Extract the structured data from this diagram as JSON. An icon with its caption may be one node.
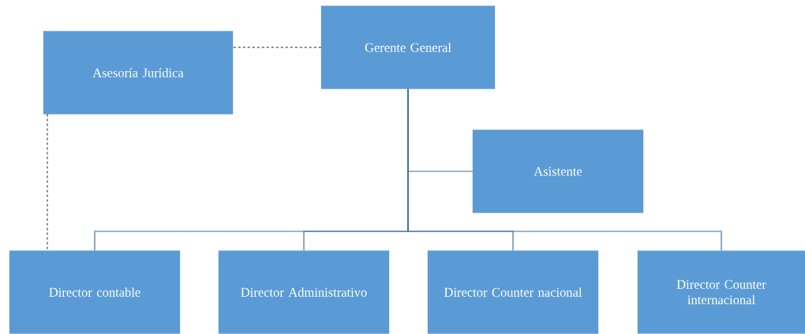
{
  "diagram": {
    "nodes": [
      {
        "text": [
          "Gerente General"
        ]
      },
      {
        "text": [
          "Asesoría Jurídica"
        ]
      },
      {
        "text": [
          "Asistente"
        ]
      },
      {
        "text": [
          "Director contable"
        ]
      },
      {
        "text": [
          "Director Administrativo"
        ]
      },
      {
        "text": [
          "Director Counter nacional"
        ]
      },
      {
        "text": [
          "Director Counter internacional"
        ]
      }
    ],
    "edges": [
      {
        "from": 0,
        "to": 1,
        "arrow": "none",
        "style": "dashed",
        "color": "#000000"
      },
      {
        "from": 1,
        "to": 3,
        "arrow": "none",
        "style": "dashed",
        "color": "#000000"
      },
      {
        "from": 0,
        "to": 2,
        "arrow": "none"
      },
      {
        "from": 0,
        "to": 3,
        "arrow": "none"
      },
      {
        "from": 0,
        "to": 4,
        "arrow": "none"
      },
      {
        "from": 0,
        "to": 5,
        "arrow": "none"
      },
      {
        "from": 0,
        "to": 6,
        "arrow": "none"
      }
    ]
  }
}
